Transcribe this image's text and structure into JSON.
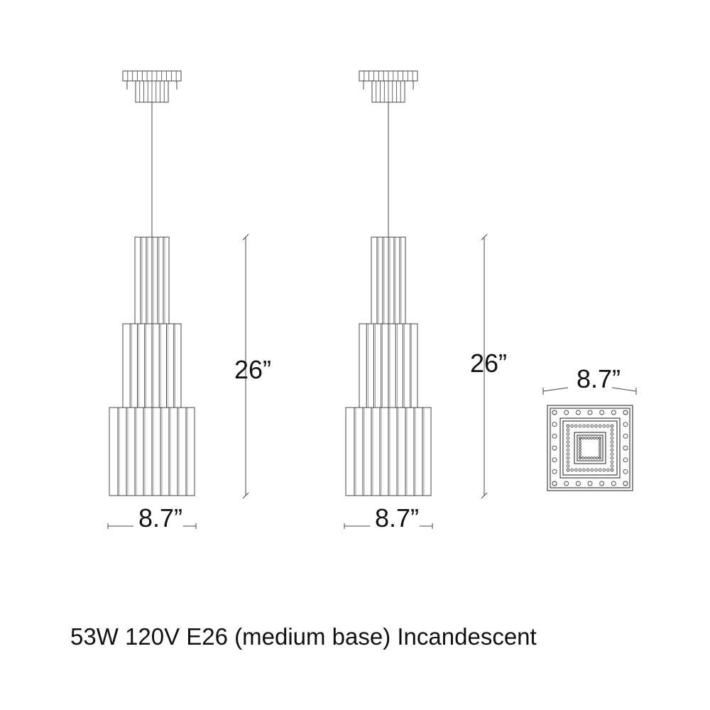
{
  "views": [
    {
      "height_label": "26”",
      "width_label": "8.7”"
    },
    {
      "height_label": "26”",
      "width_label": "8.7”"
    }
  ],
  "top_view": {
    "width_label": "8.7”"
  },
  "spec": "53W 120V E26 (medium base) Incandescent",
  "colors": {
    "line": "#444444",
    "text": "#111111",
    "background": "#ffffff"
  }
}
